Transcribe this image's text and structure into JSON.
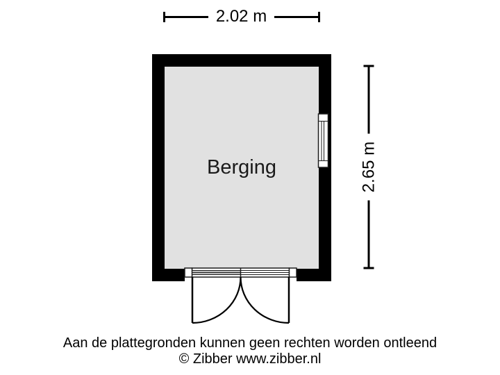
{
  "colors": {
    "wall": "#000000",
    "floor": "#e1e1e1",
    "line": "#000000",
    "label_background": "#ffffff"
  },
  "floorplan": {
    "room_label": "Berging",
    "width_dimension": "2.02 m",
    "height_dimension": "2.65 m",
    "symbols": {
      "window": "window-symbol-right-wall",
      "door": "double-swing-door-bottom"
    }
  },
  "footer": {
    "disclaimer": "Aan de plattegronden kunnen geen rechten worden ontleend",
    "copyright": "© Zibber www.zibber.nl"
  }
}
